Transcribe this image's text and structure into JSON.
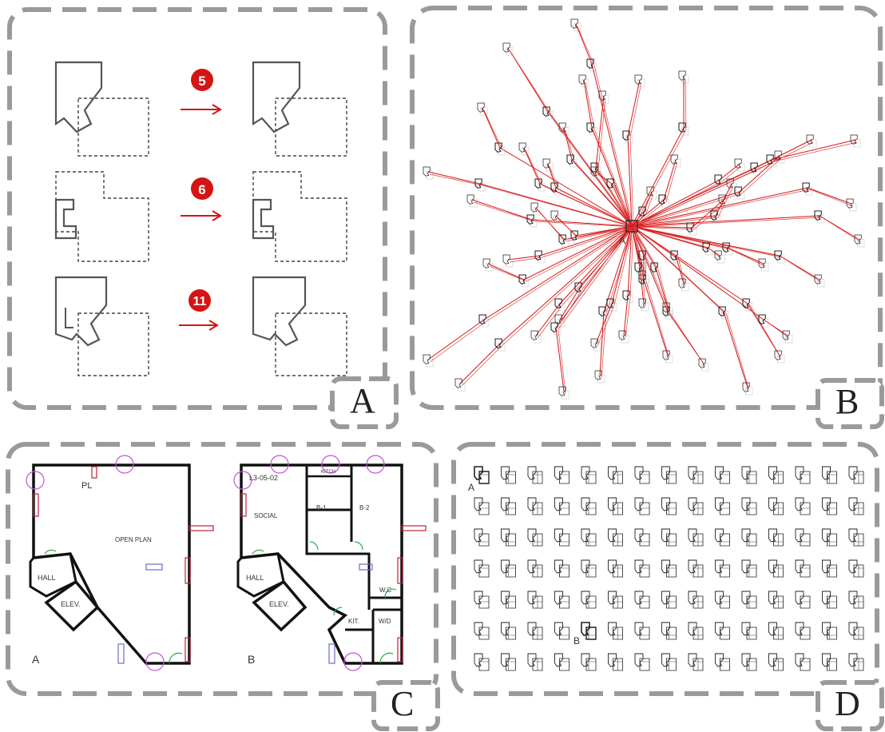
{
  "colors": {
    "frame": "#9a9a9a",
    "link": "#d51414",
    "wall": "#111111",
    "door": "#c0203a",
    "swing": "#2aa84a",
    "fixture": "#c055d8",
    "window": "#6b6bcf"
  },
  "panels": {
    "a": {
      "tag": "A",
      "steps": [
        {
          "num": "5"
        },
        {
          "num": "6"
        },
        {
          "num": "11"
        }
      ]
    },
    "b": {
      "tag": "B",
      "center_label": "A"
    },
    "c": {
      "tag": "C",
      "plan_a": {
        "label": "A",
        "rooms": [
          "PL",
          "OPEN PLAN",
          "HALL",
          "ELEV."
        ]
      },
      "plan_b": {
        "label": "B",
        "rooms": [
          "L3-05-02",
          "KITCH",
          "SOCIAL",
          "B-1",
          "B-2",
          "HALL",
          "ELEV.",
          "W.C",
          "KIT.",
          "W/D"
        ]
      }
    },
    "d": {
      "tag": "D",
      "marker_a": "A",
      "marker_b": "B",
      "grid": {
        "rows": 7,
        "cols": 15
      }
    }
  }
}
